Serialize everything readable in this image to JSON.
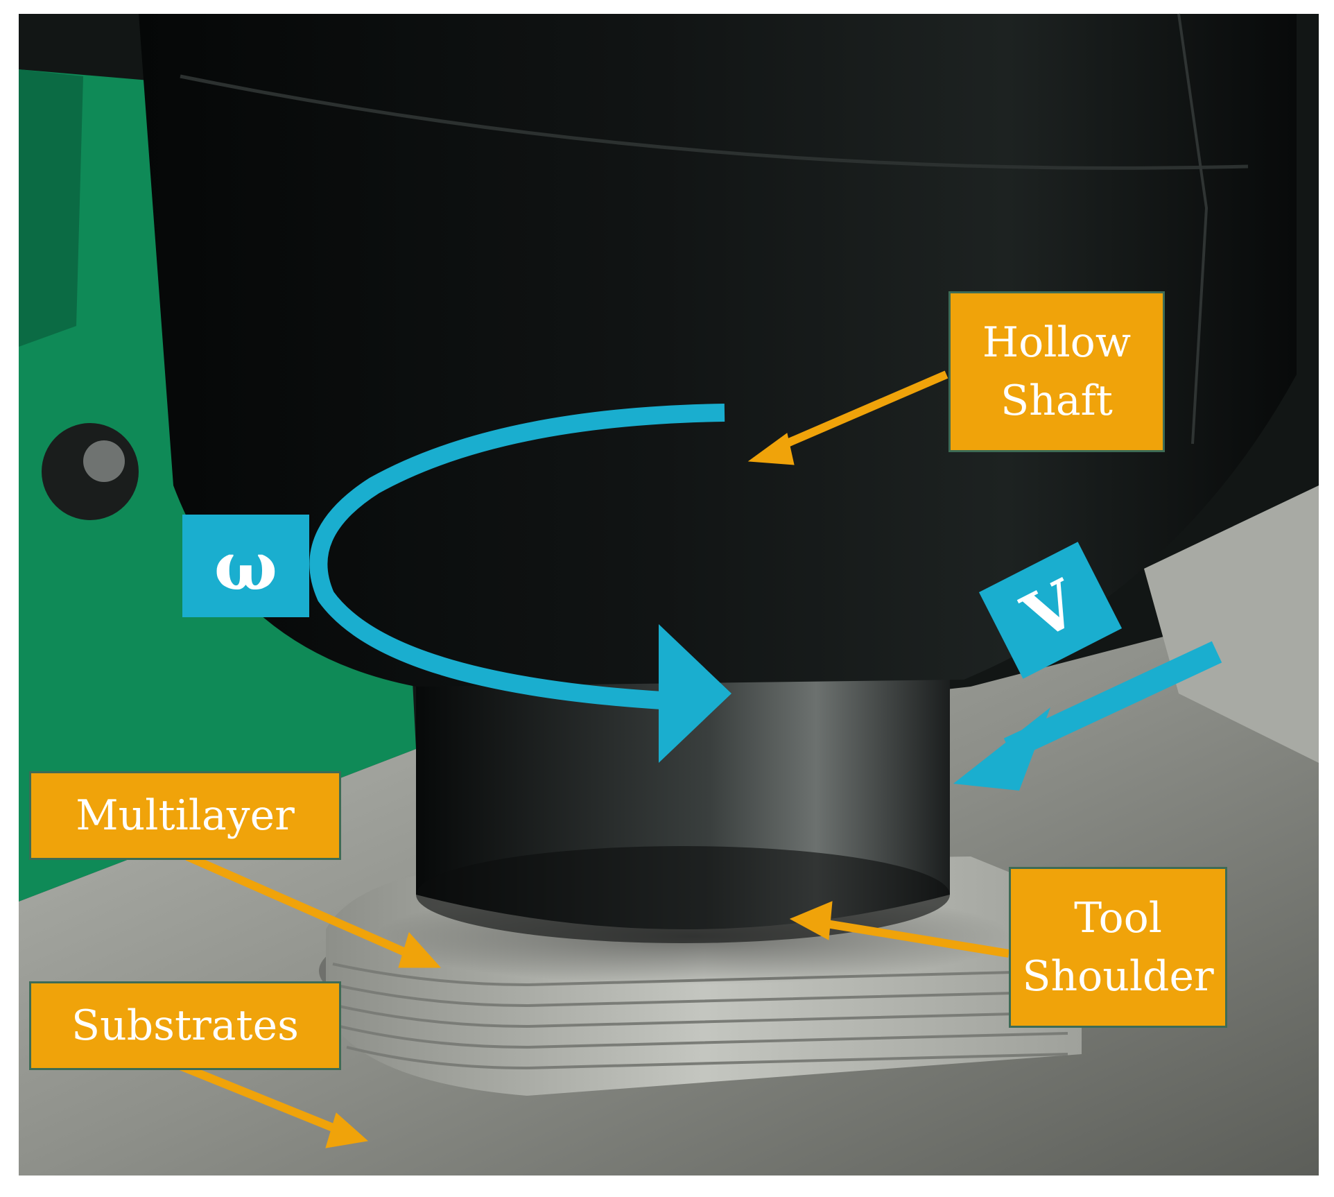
{
  "labels": {
    "hollow_shaft": [
      "Hollow",
      "Shaft"
    ],
    "multilayer": "Multilayer",
    "tool_shoulder": [
      "Tool",
      "Shoulder"
    ],
    "substrates": "Substrates",
    "omega": "ω",
    "velocity": "V"
  },
  "colors": {
    "label_fill": "#f0a30a",
    "label_border": "#3e6b55",
    "arrow_orange": "#f0a30a",
    "accent_blue": "#1aaecf",
    "machine_green": "#0f8a57"
  }
}
